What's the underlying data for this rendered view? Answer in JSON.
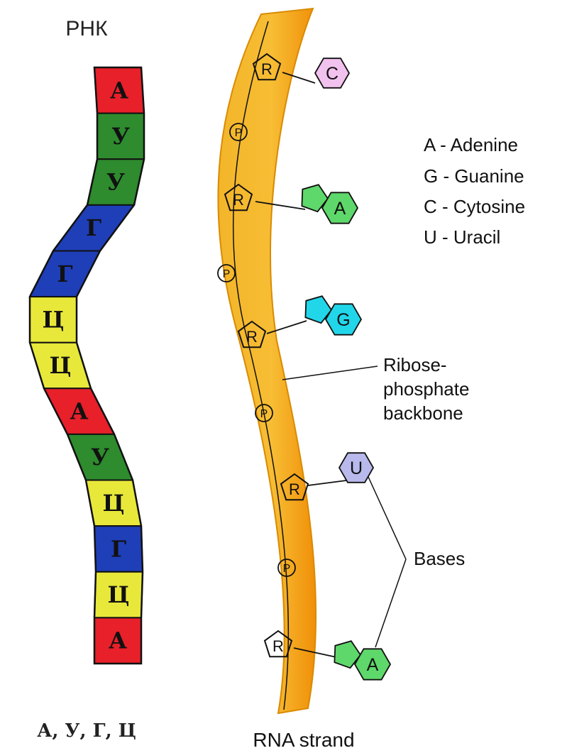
{
  "left_panel": {
    "title": "РНК",
    "caption": "А, У, Г, Ц",
    "segments": [
      {
        "letter": "А",
        "color": "#e8202a"
      },
      {
        "letter": "У",
        "color": "#2e8b2e"
      },
      {
        "letter": "У",
        "color": "#2e8b2e"
      },
      {
        "letter": "Г",
        "color": "#1f3fb8"
      },
      {
        "letter": "Г",
        "color": "#1f3fb8"
      },
      {
        "letter": "Ц",
        "color": "#e8e83a"
      },
      {
        "letter": "Ц",
        "color": "#e8e83a"
      },
      {
        "letter": "А",
        "color": "#e8202a"
      },
      {
        "letter": "У",
        "color": "#2e8b2e"
      },
      {
        "letter": "Ц",
        "color": "#e8e83a"
      },
      {
        "letter": "Г",
        "color": "#1f3fb8"
      },
      {
        "letter": "Ц",
        "color": "#e8e83a"
      },
      {
        "letter": "А",
        "color": "#e8202a"
      }
    ]
  },
  "right_panel": {
    "strand_label": "RNA strand",
    "ribose_label": "R",
    "phosphate_label": "P",
    "backbone_label": [
      "Ribose-",
      "phosphate",
      "backbone"
    ],
    "bases_label": "Bases",
    "bases": [
      {
        "letter": "C",
        "kind": "pyrimidine",
        "color": "#f2c2ee"
      },
      {
        "letter": "A",
        "kind": "purine",
        "color": "#5ed86a"
      },
      {
        "letter": "G",
        "kind": "purine",
        "color": "#22d6ea"
      },
      {
        "letter": "U",
        "kind": "pyrimidine",
        "color": "#b9b9ec"
      },
      {
        "letter": "A",
        "kind": "purine",
        "color": "#5ed86a"
      }
    ],
    "legend": [
      "A - Adenine",
      "G - Guanine",
      "C - Cytosine",
      "U - Uracil"
    ],
    "colors": {
      "strand_fill": "#f6b21e",
      "strand_edge": "#e08a00",
      "line": "#111111"
    }
  }
}
